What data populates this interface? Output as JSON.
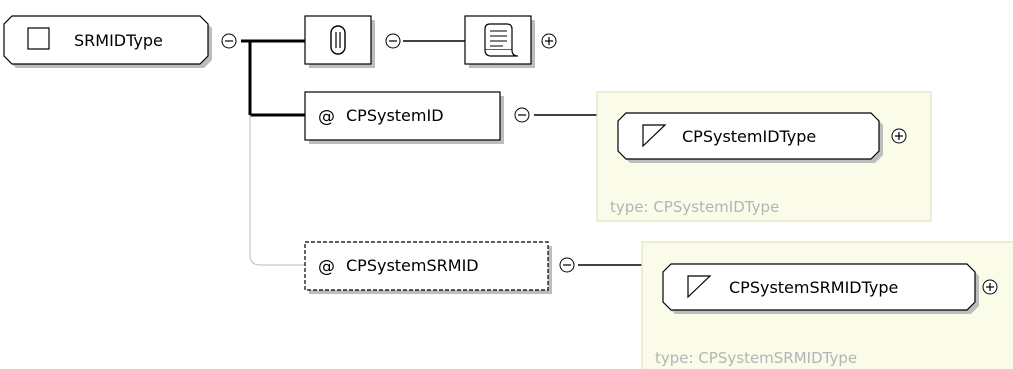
{
  "root": {
    "name": "SRMIDType"
  },
  "attributes": [
    {
      "name": "CPSystemID",
      "symbol": "@",
      "type_name": "CPSystemIDType",
      "type_caption": "type: CPSystemIDType"
    },
    {
      "name": "CPSystemSRMID",
      "symbol": "@",
      "type_name": "CPSystemSRMIDType",
      "type_caption": "type: CPSystemSRMIDType"
    }
  ],
  "icons": {
    "collapse": "minus-circle-icon",
    "expand": "plus-circle-icon",
    "sequence": "sequence-compositor-icon",
    "annotation": "documentation-scroll-icon",
    "complex_type": "square-icon",
    "simple_type": "triangle-icon"
  },
  "colors": {
    "type_panel_fill": "#fbfbe9",
    "type_panel_border": "#e2e2c4",
    "shadow": "#bdbdbd",
    "caption": "#b4b4b4"
  }
}
